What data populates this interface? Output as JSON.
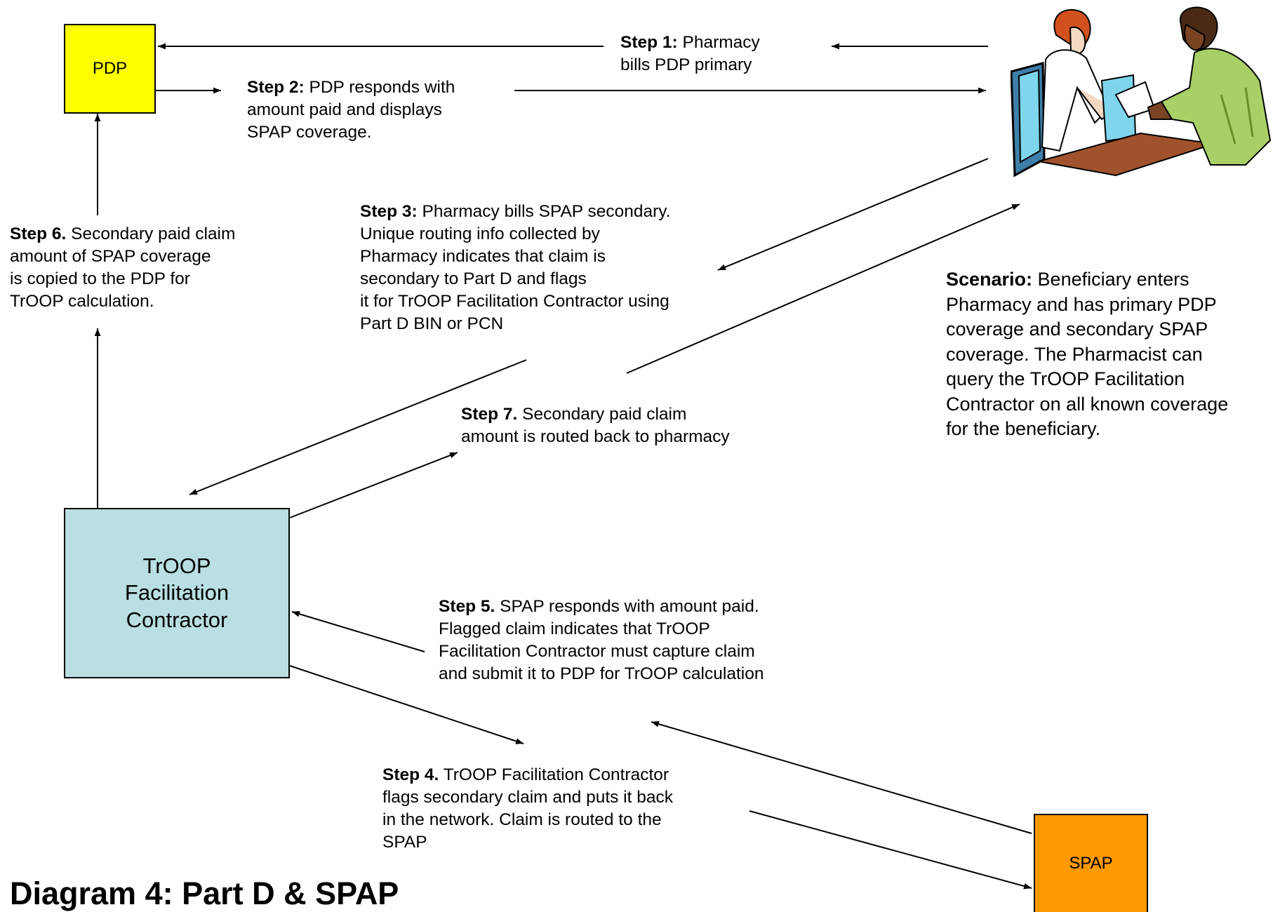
{
  "title": "Diagram 4: Part D & SPAP",
  "nodes": {
    "pdp": "PDP",
    "troop": [
      "TrOOP",
      "Facilitation",
      "Contractor"
    ],
    "spap": "SPAP"
  },
  "steps": {
    "step1": {
      "label": "Step 1:",
      "lines": [
        " Pharmacy",
        "bills PDP primary"
      ]
    },
    "step2": {
      "label": "Step 2:",
      "lines": [
        " PDP responds with",
        "amount paid and displays",
        "SPAP coverage."
      ]
    },
    "step3": {
      "label": "Step 3:",
      "lines": [
        " Pharmacy bills SPAP secondary.",
        "Unique routing info collected by",
        "Pharmacy indicates that claim is",
        "secondary to Part D and flags",
        "it for TrOOP Facilitation Contractor using",
        "Part D BIN or PCN"
      ]
    },
    "step4": {
      "label": "Step 4.",
      "lines": [
        " TrOOP Facilitation Contractor",
        "flags secondary claim and puts it back",
        "in the network. Claim is routed to the",
        "SPAP"
      ]
    },
    "step5": {
      "label": "Step 5.",
      "lines": [
        " SPAP  responds with amount paid.",
        "Flagged claim indicates that TrOOP",
        "Facilitation Contractor  must capture claim",
        "and submit it to PDP for TrOOP calculation"
      ]
    },
    "step6": {
      "label": "Step 6.",
      "lines": [
        " Secondary paid claim",
        "amount of SPAP coverage",
        "is copied to the PDP for",
        "TrOOP calculation."
      ]
    },
    "step7": {
      "label": "Step 7.",
      "lines": [
        " Secondary paid claim",
        "amount is routed back to pharmacy"
      ]
    }
  },
  "scenario": {
    "label": "Scenario:",
    "lines": [
      " Beneficiary enters",
      "Pharmacy and has primary PDP",
      "coverage and secondary SPAP",
      "coverage. The Pharmacist can",
      "query the TrOOP Facilitation",
      "Contractor on all known coverage",
      "for the beneficiary."
    ]
  },
  "colors": {
    "pdp": "#ffff00",
    "troop": "#b9dfe3",
    "spap": "#ff9900"
  },
  "icons": {
    "pharmacy": "pharmacist-and-customer-clipart"
  }
}
